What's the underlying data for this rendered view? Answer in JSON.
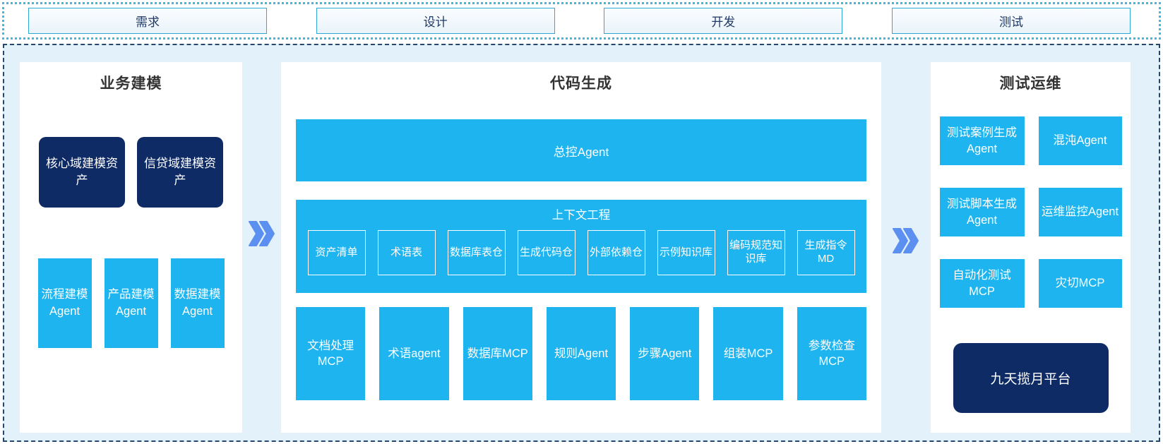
{
  "colors": {
    "cyan": "#1DB4EF",
    "navy": "#0E2B66",
    "container_bg": "#E3F1FB",
    "phase_box_border": "#2FA8D5",
    "phase_text": "#1F3864",
    "chevron_blue": "#5B8FF0",
    "dashed_border": "#27486B",
    "dotted_border": "#45B6DF",
    "title_text": "#333333"
  },
  "stages": {
    "items": [
      "需求",
      "设计",
      "开发",
      "测试"
    ]
  },
  "business_modeling": {
    "title": "业务建模",
    "assets": [
      "核心域建模资产",
      "信贷域建模资产"
    ],
    "agents": [
      "流程建模Agent",
      "产品建模Agent",
      "数据建模Agent"
    ]
  },
  "code_generation": {
    "title": "代码生成",
    "master_agent": "总控Agent",
    "context_engineering": {
      "title": "上下文工程",
      "items": [
        "资产清单",
        "术语表",
        "数据库表仓",
        "生成代码仓",
        "外部依赖仓",
        "示例知识库",
        "编码规范知识库",
        "生成指令MD"
      ]
    },
    "executors": [
      "文档处理MCP",
      "术语agent",
      "数据库MCP",
      "规则Agent",
      "步骤Agent",
      "组装MCP",
      "参数检查MCP"
    ]
  },
  "test_ops": {
    "title": "测试运维",
    "boxes": [
      "测试案例生成Agent",
      "混沌Agent",
      "测试脚本生成Agent",
      "运维监控Agent",
      "自动化测试MCP",
      "灾切MCP"
    ],
    "platform": "九天揽月平台"
  }
}
